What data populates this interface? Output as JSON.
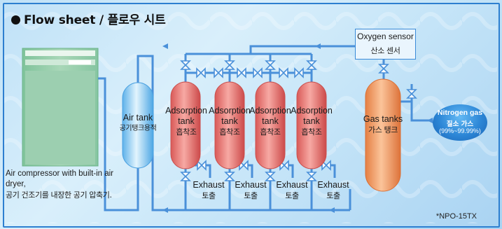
{
  "title": "Flow sheet / 플로우 시트",
  "compressor": {
    "label_en": "Air compressor with built-in air dryer,",
    "label_ko": "공기 건조기를 내장한 공기 압축기."
  },
  "air_tank": {
    "label_en": "Air tank",
    "label_ko": "공기탱크용적"
  },
  "adsorption_tanks": [
    {
      "label_en1": "Adsorption",
      "label_en2": "tank",
      "label_ko": "흡착조"
    },
    {
      "label_en1": "Adsorption",
      "label_en2": "tank",
      "label_ko": "흡착조"
    },
    {
      "label_en1": "Adsorption",
      "label_en2": "tank",
      "label_ko": "흡착조"
    },
    {
      "label_en1": "Adsorption",
      "label_en2": "tank",
      "label_ko": "흡착조"
    }
  ],
  "exhausts": [
    {
      "label_en": "Exhaust",
      "label_ko": "토출"
    },
    {
      "label_en": "Exhaust",
      "label_ko": "토출"
    },
    {
      "label_en": "Exhaust",
      "label_ko": "토출"
    },
    {
      "label_en": "Exhaust",
      "label_ko": "토출"
    }
  ],
  "gas_tank": {
    "label_en": "Gas tanks",
    "label_ko": "가스 탱크"
  },
  "oxygen_sensor": {
    "label_en": "Oxygen sensor",
    "label_ko": "산소 센서"
  },
  "nitrogen": {
    "label_en": "Nitrogen gas",
    "label_ko": "질소 가스",
    "purity": "(99%~99.99%)"
  },
  "model": "*NPO-15TX",
  "colors": {
    "pipe": "#4a90d9",
    "frame": "#2d7fd0",
    "adsorption": "#e8736e",
    "gas_tank": "#ef9a62",
    "air_tank": "#7cc2ef",
    "nitrogen": "#2c86d6"
  }
}
